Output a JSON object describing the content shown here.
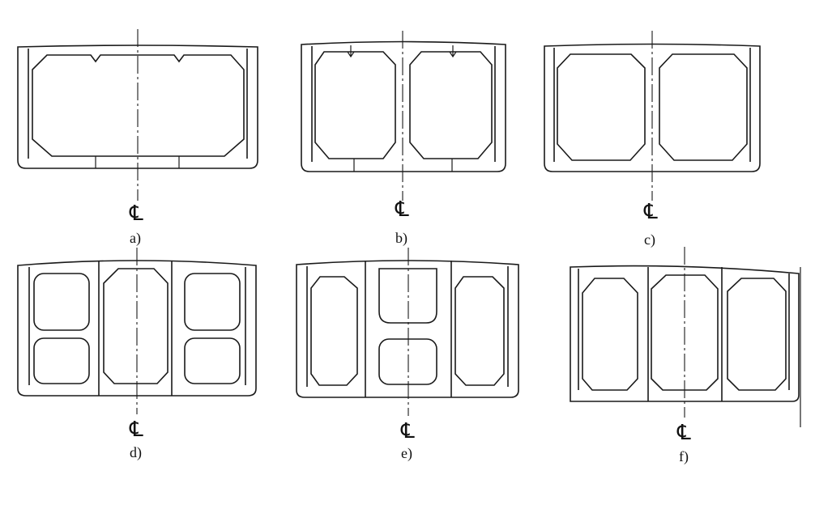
{
  "panels": [
    {
      "id": "a",
      "caption": "a)",
      "centerline_symbol": "℄"
    },
    {
      "id": "b",
      "caption": "b)",
      "centerline_symbol": "℄"
    },
    {
      "id": "c",
      "caption": "c)",
      "centerline_symbol": "℄"
    },
    {
      "id": "d",
      "caption": "d)",
      "centerline_symbol": "℄"
    },
    {
      "id": "e",
      "caption": "e)",
      "centerline_symbol": "℄"
    },
    {
      "id": "f",
      "caption": "f)",
      "centerline_symbol": "℄"
    }
  ]
}
